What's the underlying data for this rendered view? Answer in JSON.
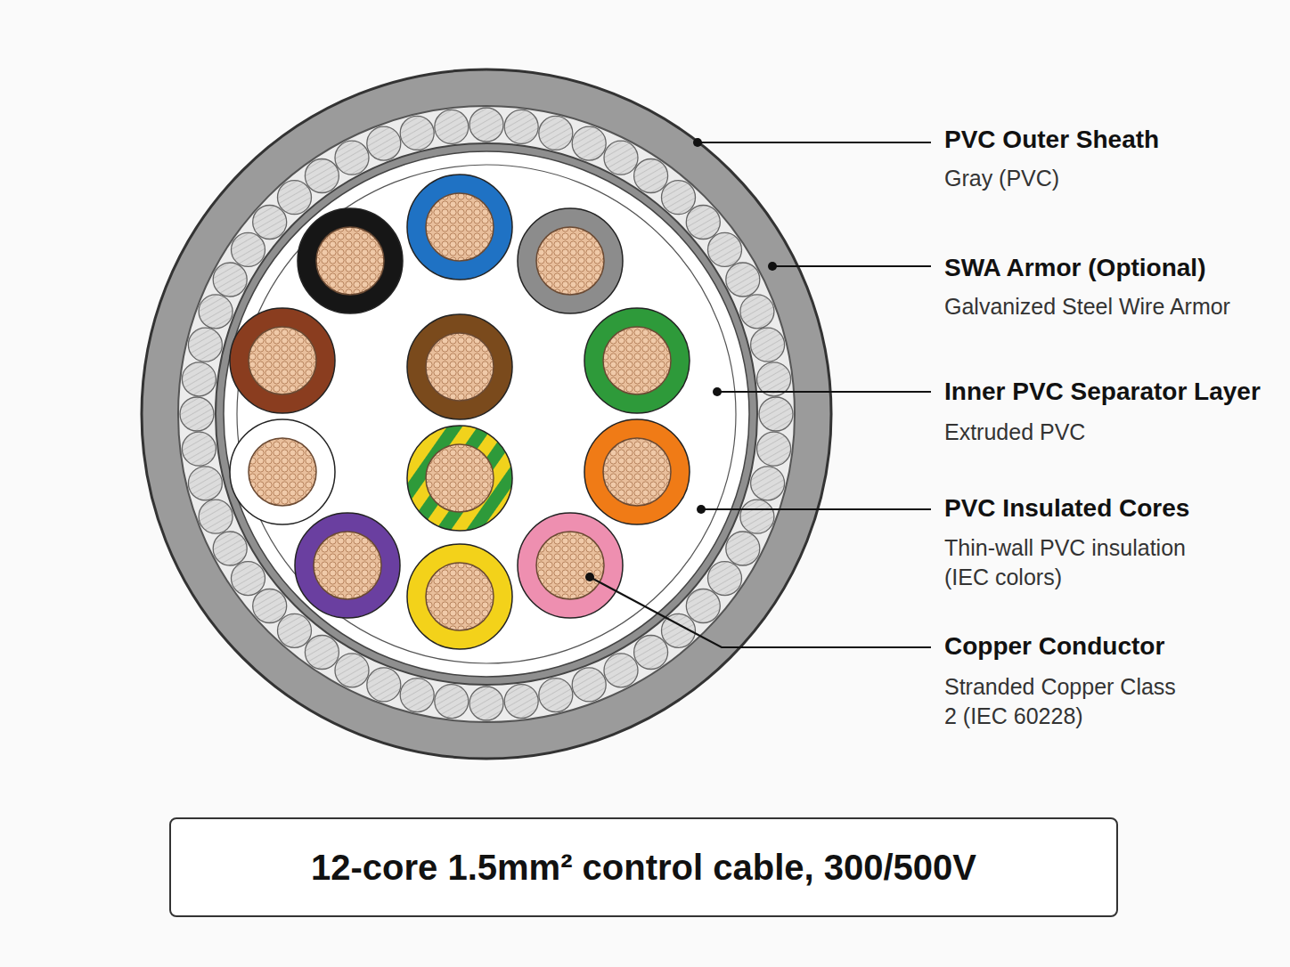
{
  "diagram": {
    "nodes": [
      {
        "text": [
          "12-core 1.5mm² control cable, 300/500V"
        ]
      }
    ],
    "labels": [
      "PVC Outer Sheath",
      "Gray (PVC)",
      "SWA Armor (Optional)",
      "Galvanized Steel Wire Armor",
      "Inner PVC Separator Layer",
      "Extruded PVC",
      "PVC Insulated Cores",
      "Thin-wall PVC insulation (IEC colors)",
      "Copper Conductor",
      "Stranded Copper Class 2 (IEC 60228)"
    ]
  }
}
